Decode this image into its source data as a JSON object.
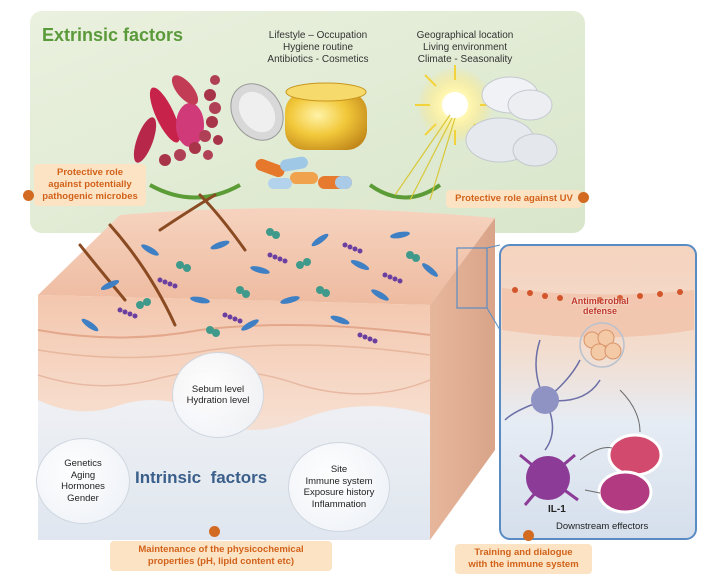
{
  "extrinsic": {
    "title": "Extrinsic factors",
    "lifestyle_lines": [
      "Lifestyle – Occupation",
      "Hygiene routine",
      "Antibiotics - Cosmetics"
    ],
    "geo_lines": [
      "Geographical location",
      "Living environment",
      "Climate - Seasonality"
    ]
  },
  "labels": {
    "protective_microbes": [
      "Protective role",
      "against potentially",
      "pathogenic microbes"
    ],
    "protective_uv": "Protective role against UV",
    "maintenance": [
      "Maintenance of the physicochemical",
      "properties (pH, lipid content etc)"
    ],
    "training": [
      "Training and dialogue",
      "with the immune system"
    ]
  },
  "intrinsic": {
    "title": "Intrinsic  factors",
    "bubble_sebum": [
      "Sebum level",
      "Hydration level"
    ],
    "bubble_genetics": [
      "Genetics",
      "Aging",
      "Hormones",
      "Gender"
    ],
    "bubble_site": [
      "Site",
      "Immune system",
      "Exposure history",
      "Inflammation"
    ]
  },
  "inset": {
    "antimicrobial": [
      "Antimicrobial",
      "defense"
    ],
    "il1": "IL-1",
    "downstream": "Downstream effectors"
  },
  "colors": {
    "accent_orange": "#d2621a",
    "label_bg": "#fbe3c4",
    "extrinsic_title": "#5a9a3a",
    "intrinsic_title": "#3a5f8a",
    "panel_green": "#e3edd6",
    "skin_pink": "#f1c6ae",
    "inset_border": "#5a8cc4"
  }
}
